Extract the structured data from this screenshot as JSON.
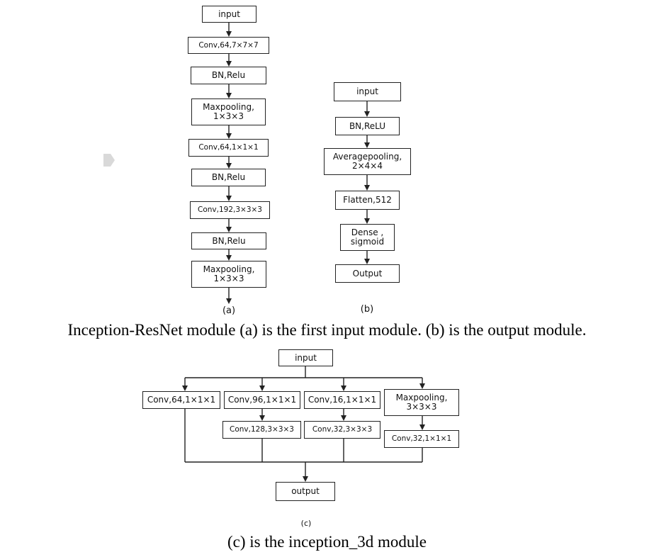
{
  "module_a": {
    "nodes": [
      "input",
      "Conv,64,7×7×7",
      "BN,Relu",
      "Maxpooling,\n1×3×3",
      "Conv,64,1×1×1",
      "BN,Relu",
      "Conv,192,3×3×3",
      "BN,Relu",
      "Maxpooling,\n1×3×3"
    ],
    "label": "(a)"
  },
  "module_b": {
    "nodes": [
      "input",
      "BN,ReLU",
      "Averagepooling,\n2×4×4",
      "Flatten,512",
      "Dense ,\nsigmoid",
      "Output"
    ],
    "label": "(b)"
  },
  "caption_ab": "Inception-ResNet module (a) is the first input module. (b) is the output module.",
  "module_c": {
    "input": "input",
    "branches": [
      [
        "Conv,64,1×1×1"
      ],
      [
        "Conv,96,1×1×1",
        "Conv,128,3×3×3"
      ],
      [
        "Conv,16,1×1×1",
        "Conv,32,3×3×3"
      ],
      [
        "Maxpooling,\n3×3×3",
        "Conv,32,1×1×1"
      ]
    ],
    "output": "output",
    "label": "(c)"
  },
  "caption_c": "(c) is the inception_3d module"
}
